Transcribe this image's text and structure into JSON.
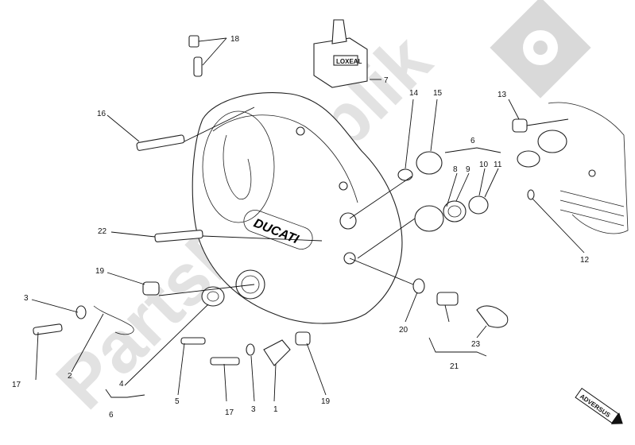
{
  "watermark": {
    "text": "PartsRepublik",
    "color": "#cfcfcf"
  },
  "brand_on_cover": "DUCATI",
  "sealant_label": "LOXEAL",
  "direction_stamp": "ADVERSUS",
  "callouts": {
    "c1": "1",
    "c2": "2",
    "c3a": "3",
    "c3b": "3",
    "c4": "4",
    "c5": "5",
    "c6a": "6",
    "c6b": "6",
    "c7": "7",
    "c8": "8",
    "c9": "9",
    "c10": "10",
    "c11": "11",
    "c12": "12",
    "c13": "13",
    "c14": "14",
    "c15": "15",
    "c16": "16",
    "c17a": "17",
    "c17b": "17",
    "c18": "18",
    "c19a": "19",
    "c19b": "19",
    "c20": "20",
    "c21": "21",
    "c22": "22",
    "c23": "23"
  }
}
